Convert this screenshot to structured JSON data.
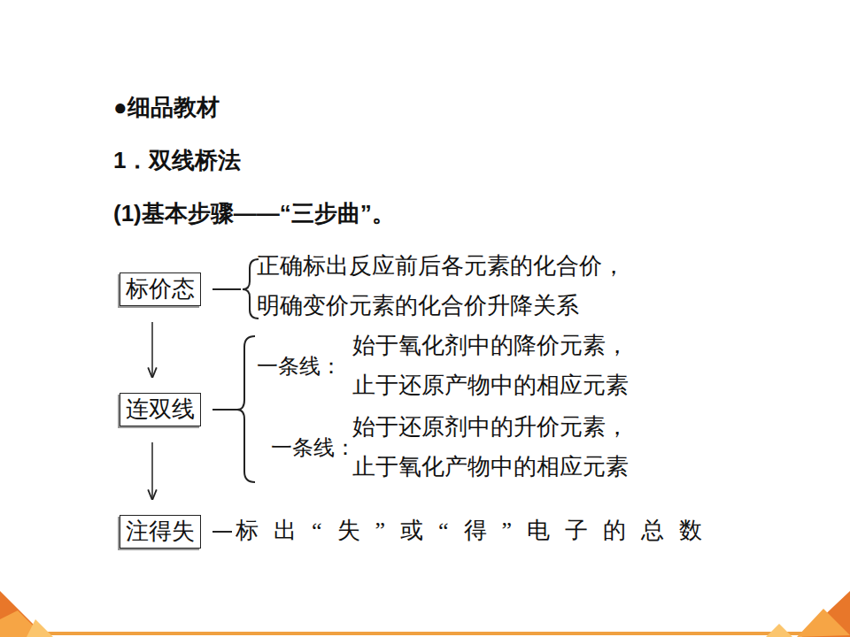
{
  "diagram": {
    "nodes": [
      {
        "text": [
          "标价态"
        ]
      },
      {
        "text": [
          "连双线"
        ]
      },
      {
        "text": [
          "注得失"
        ]
      }
    ],
    "edges": [
      {
        "from": 0,
        "to": 1,
        "arrow": "to"
      },
      {
        "from": 1,
        "to": 2,
        "arrow": "to"
      }
    ],
    "labels": [
      "●细品教材",
      "1．双线桥法",
      "(1)基本步骤——“三步曲”。",
      "正确标出反应前后各元素的化合价，",
      "明确变价元素的化合价升降关系",
      "一条线：",
      "始于氧化剂中的降价元素，",
      "止于还原产物中的相应元素",
      "一条线：",
      "始于还原剂中的升价元素，",
      "止于氧化产物中的相应元素",
      "标出“失”或“得”电子的总数"
    ]
  }
}
